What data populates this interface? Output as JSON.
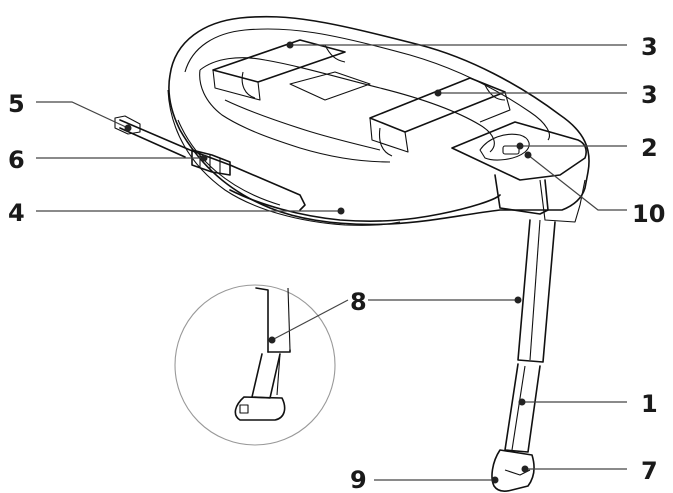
{
  "callouts": [
    {
      "id": "c3a",
      "label": "3"
    },
    {
      "id": "c3b",
      "label": "3"
    },
    {
      "id": "c2",
      "label": "2"
    },
    {
      "id": "c10",
      "label": "10"
    },
    {
      "id": "c5",
      "label": "5"
    },
    {
      "id": "c6",
      "label": "6"
    },
    {
      "id": "c4",
      "label": "4"
    },
    {
      "id": "c8",
      "label": "8"
    },
    {
      "id": "c1",
      "label": "1"
    },
    {
      "id": "c9",
      "label": "9"
    },
    {
      "id": "c7",
      "label": "7"
    }
  ]
}
